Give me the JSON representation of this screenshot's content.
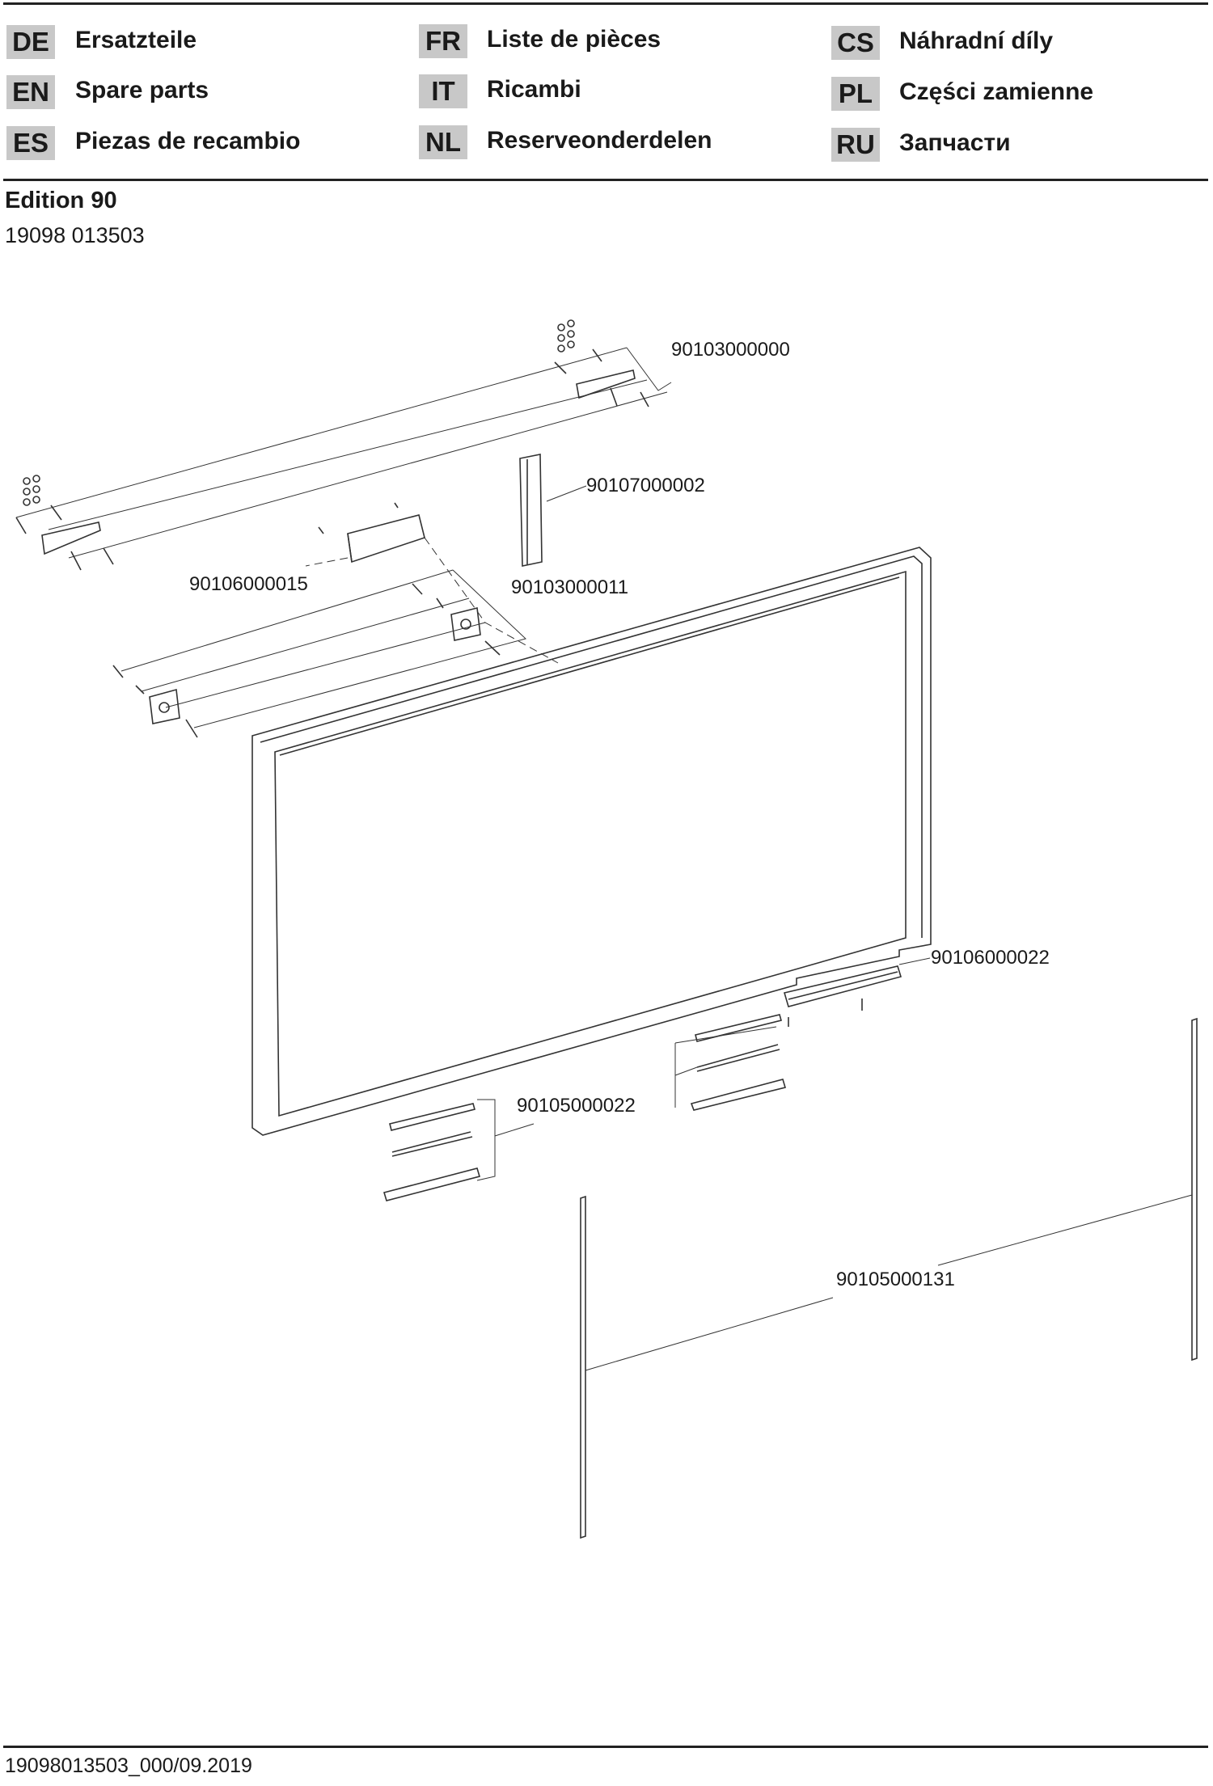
{
  "languages": [
    {
      "code": "DE",
      "label": "Ersatzteile"
    },
    {
      "code": "EN",
      "label": "Spare parts"
    },
    {
      "code": "ES",
      "label": "Piezas de recambio"
    },
    {
      "code": "FR",
      "label": "Liste de pièces"
    },
    {
      "code": "IT",
      "label": "Ricambi"
    },
    {
      "code": "NL",
      "label": "Reserveonderdelen"
    },
    {
      "code": "CS",
      "label": "Náhradní díly"
    },
    {
      "code": "PL",
      "label": "Części zamienne"
    },
    {
      "code": "RU",
      "label": "Запчасти"
    }
  ],
  "product": {
    "title": "Edition 90",
    "number": "19098 013503"
  },
  "parts": [
    "90103000000",
    "90107000002",
    "90106000015",
    "90103000011",
    "90106000022",
    "90105000022",
    "90105000131"
  ],
  "footer": "19098013503_000/09.2019"
}
